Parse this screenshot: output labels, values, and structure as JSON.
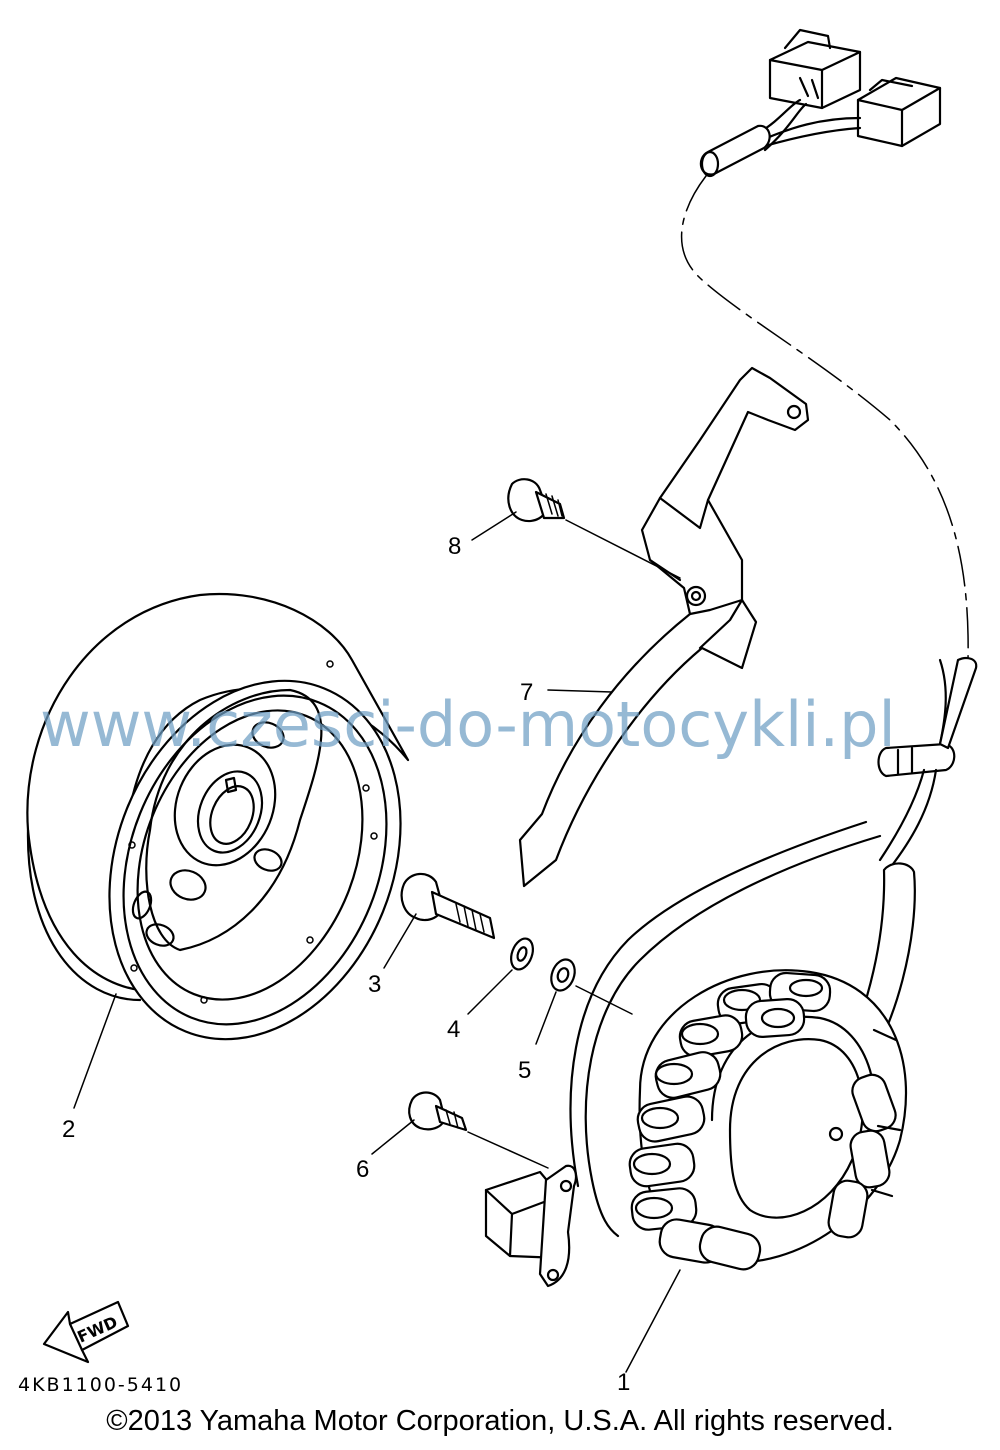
{
  "watermark": "www.czesci-do-motocykli.pl",
  "diagram_code": "4KB1100-5410",
  "copyright": "©2013 Yamaha Motor Corporation, U.S.A. All rights reserved.",
  "fwd_label": "FWD",
  "callouts": [
    {
      "id": "1",
      "label": "1"
    },
    {
      "id": "2",
      "label": "2"
    },
    {
      "id": "3",
      "label": "3"
    },
    {
      "id": "4",
      "label": "4"
    },
    {
      "id": "5",
      "label": "5"
    },
    {
      "id": "6",
      "label": "6"
    },
    {
      "id": "7",
      "label": "7"
    },
    {
      "id": "8",
      "label": "8"
    }
  ]
}
